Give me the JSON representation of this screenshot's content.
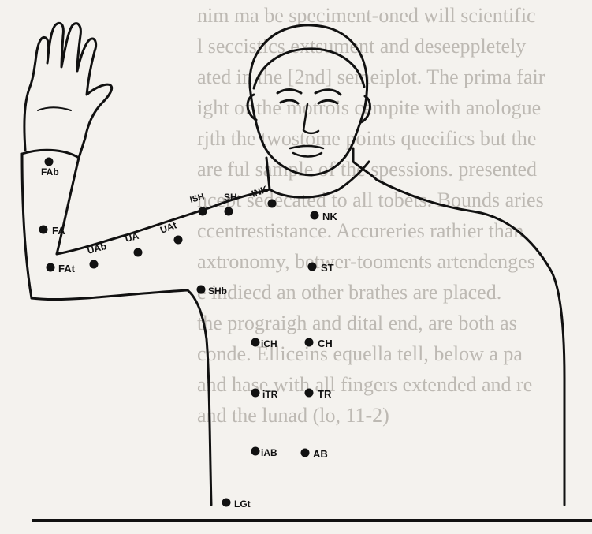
{
  "background_text": [
    "nim ma be speciment-oned will scientific",
    "l seccistics extsument and deseeppletely",
    "ated in the [2nd] semeiplot. The prima fair",
    "ight of the motrois cempite with anologue",
    "rjth the twostome points quecifics but the",
    "are ful sample of the spessions. presented",
    "ncept sedecated to all tobets. Bounds aries",
    "ccentrestistance. Accureries rathier than",
    "axtronomy, betwer-tooments artendenges",
    "e indiecd an other brathes are placed.",
    "the prograigh and dital end, are both as",
    "conde. Elliceins equella tell, below a pa",
    "and hase with all fingers extended and re",
    "and the lunad (lo, 11-2)"
  ],
  "landmarks": [
    {
      "id": "FAb",
      "label": "FAb"
    },
    {
      "id": "FA",
      "label": "FA"
    },
    {
      "id": "FAt",
      "label": "FAt"
    },
    {
      "id": "UAb",
      "label": "UAb"
    },
    {
      "id": "UA",
      "label": "UA"
    },
    {
      "id": "UAt",
      "label": "UAt"
    },
    {
      "id": "ISH",
      "label": "ISH"
    },
    {
      "id": "SH",
      "label": "SH"
    },
    {
      "id": "INK",
      "label": "INK"
    },
    {
      "id": "NK",
      "label": "NK"
    },
    {
      "id": "ST",
      "label": "ST"
    },
    {
      "id": "SHb",
      "label": "SHb"
    },
    {
      "id": "iCH",
      "label": "iCH"
    },
    {
      "id": "CH",
      "label": "CH"
    },
    {
      "id": "iTR",
      "label": "iTR"
    },
    {
      "id": "TR",
      "label": "TR"
    },
    {
      "id": "iAB",
      "label": "iAB"
    },
    {
      "id": "AB",
      "label": "AB"
    },
    {
      "id": "LGt",
      "label": "LGt"
    }
  ],
  "colors": {
    "ink": "#111111",
    "paper": "#f4f2ee"
  }
}
